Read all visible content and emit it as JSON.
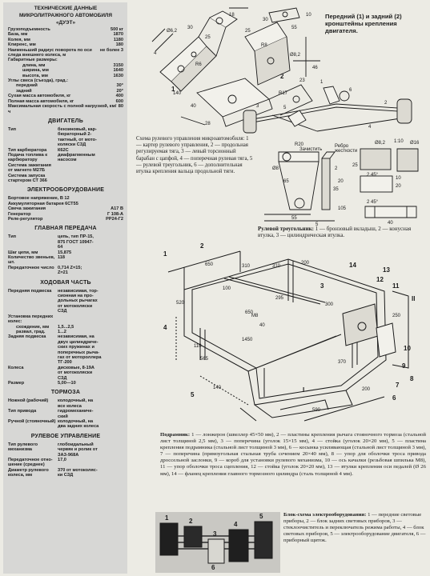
{
  "specs": {
    "title_line1": "ТЕХНИЧЕСКИЕ ДАННЫЕ",
    "title_line2": "МИКРОЛИТРАЖНОГО АВТОМОБИЛЯ",
    "title_line3": "«ДУЭТ»",
    "general": [
      {
        "k": "Грузоподъемность",
        "v": "500 кг"
      },
      {
        "k": "База, мм",
        "v": "1870"
      },
      {
        "k": "Колея, мм",
        "v": "1180"
      },
      {
        "k": "Клиренс, мм",
        "v": "180"
      },
      {
        "k": "Наименьший радиус поворота по оси следа внешнего колеса, м",
        "v": "не более 3"
      },
      {
        "k": "Габаритные размеры:",
        "v": ""
      },
      {
        "k": "длина, мм",
        "v": "3150",
        "indent": 2
      },
      {
        "k": "ширина, мм",
        "v": "1640",
        "indent": 2
      },
      {
        "k": "высота, мм",
        "v": "1630",
        "indent": 2
      },
      {
        "k": "Углы свеса (съезда), град.:",
        "v": ""
      },
      {
        "k": "передний",
        "v": "30°",
        "indent": 1
      },
      {
        "k": "задний",
        "v": "20°",
        "indent": 1
      },
      {
        "k": "Сухая масса автомобиля, кг",
        "v": "400"
      },
      {
        "k": "Полная масса автомобиля, кг",
        "v": "600"
      },
      {
        "k": "Максимальная скорость с полной нагрузкой, км/ч",
        "v": "80"
      }
    ],
    "engine_title": "ДВИГАТЕЛЬ",
    "engine": [
      {
        "k": "Тип",
        "v": "бензиновый, кар-\nбюраторный 2-\nтактный, от мото-\nколяски СЗД"
      },
      {
        "k": "Тип карбюратора",
        "v": "К62С"
      },
      {
        "k": "Подача топлива к карбюратору",
        "v": "диафрагменным\nнасосом"
      },
      {
        "k": "Система зажигания от магнето М27Б",
        "v": ""
      },
      {
        "k": "Система запуска стартером СТ 366",
        "v": ""
      }
    ],
    "electric_title": "ЭЛЕКТРООБОРУДОВАНИЕ",
    "electric": [
      {
        "k": "Бортовое напряжение, В 12",
        "v": ""
      },
      {
        "k": "Аккумуляторная батарея 6СТ55",
        "v": ""
      },
      {
        "k": "Свеча зажигания",
        "v": "А17 В"
      },
      {
        "k": "Генератор",
        "v": "Г 108-А"
      },
      {
        "k": "Реле-регулятор",
        "v": "РР24-Г2"
      }
    ],
    "transmission_title": "ГЛАВНАЯ ПЕРЕДАЧА",
    "transmission": [
      {
        "k": "Тип",
        "v": "цепь, тип ПР-15,\n875 ГОСТ 10947-\n64"
      },
      {
        "k": "Шаг цепи, мм",
        "v": "15,875"
      },
      {
        "k": "Количество звеньев, шт.",
        "v": "118"
      },
      {
        "k": "Передаточное число",
        "v": "0,714 Z=15;\nZ=21"
      }
    ],
    "chassis_title": "ХОДОВАЯ ЧАСТЬ",
    "chassis": [
      {
        "k": "Передняя подвеска",
        "v": "независимая, тор-\nсионная на про-\nдольных рычагах\nот мотоколяски\nСЗД"
      },
      {
        "k": "Установка передних колес:",
        "v": ""
      },
      {
        "k": "схождение, мм",
        "v": "1,5...2,5",
        "indent": 1
      },
      {
        "k": "развал, град.",
        "v": "1...2",
        "indent": 1
      },
      {
        "k": "Задняя подвеска",
        "v": "независимая, на\nдвух цилиндриче-\nских пружинах и\nпоперечных рыча-\nгах от мотороллера\nТГ-200"
      },
      {
        "k": "Колеса",
        "v": "дисковые, 8-19А\nот мотоколяски\nСЗД"
      },
      {
        "k": "Размер",
        "v": "5,00—10"
      }
    ],
    "brakes_title": "ТОРМОЗА",
    "brakes": [
      {
        "k": "Ножной (рабочий)",
        "v": "колодочный, на\nвсе колеса"
      },
      {
        "k": "Тип привода",
        "v": "гидромеханиче-\nский"
      },
      {
        "k": "Ручной (стояночный)",
        "v": "колодочный, на\nдва задних колеса"
      }
    ],
    "steering_title": "РУЛЕВОЕ УПРАВЛЕНИЕ",
    "steering": [
      {
        "k": "Тип рулевого механизма",
        "v": "глобоидальный\nчервяк и ролик от\nЗАЗ-968А"
      },
      {
        "k": "Передаточное отно-\nшение (среднее)",
        "v": "17,0"
      },
      {
        "k": "Диаметр рулевого колеса, мм",
        "v": "370 от мотоколяс-\nки СЗД"
      }
    ]
  },
  "captions": {
    "brackets": "Передний (1) и задний (2) кронштейны крепления двигателя.",
    "steering_scheme": "Схема рулевого управления микроавтомобиля: 1 — картер рулевого управления, 2 — продольная регулируемая тяга, 3 — левый торсионный барабан с цапфой, 4 — поперечная рулевая тяга, 5 — рулевой треугольник, 6 — дополнительная втулка крепления вальца продольной тяги.",
    "triangle_title": "Рулевой треугольник:",
    "triangle_body": " 1 — бронзовый вкладыш, 2 — конусная втулка, 3 — цилиндрическая втулка.",
    "frame_title": "Подрамник:",
    "frame_body": " 1 — лонжерон (швеллер 45×50 мм), 2 — пластины крепления рычага стояночного тормоза (стальной лист толщиной 2,5 мм), 3 — поперечина (уголок 15×15 мм), 4 — стойка (уголок 20×20 мм), 5 — пластина крепления подрамника (стальной лист толщиной 3 мм), 6 — косынка усиливающая (стальной лист толщиной 3 мм), 7 — поперечина (прямоугольная стальная труба сечением 20×40 мм), 8 — упор для оболочки троса привода дроссельной заслонки, 9 — короб для установки рулевого механизма, 10 — ось качалки (резьбовая шпилька М8), 11 — упор оболочки троса сцепления, 12 — стойка (уголок 20×20 мм), 13 — втулки крепления оси педалей (Ø 26 мм), 14 — фланец крепления главного тормозного цилиндра (сталь толщиной 4 мм).",
    "elec_title": "Блок-схема электрооборудования:",
    "elec_body": " 1 — передние световые приборы, 2 — блок задних световых приборов, 3 — стеклоочиститель и переключатель режима работы, 4 — блок световых приборов, 5 — электрооборудование двигателя, 6 — приборный щиток."
  },
  "figure_labels": {
    "brackets_dims": [
      "Ø6,2",
      "4",
      "30",
      "25",
      "18",
      "R6",
      "140",
      "25",
      "30",
      "55",
      "10",
      "R8",
      "Ø8,2",
      "46",
      "23",
      "40",
      "28",
      "R17",
      "1",
      "2"
    ],
    "steer_labels": [
      "R20",
      "Зачистить",
      "Ø8",
      "Ребро жесткости",
      "1:10",
      "Ø8,2",
      "Ø16",
      "2 45°",
      "2 45°",
      "10",
      "20",
      "40",
      "2",
      "35",
      "105",
      "55",
      "5",
      "20",
      "25",
      "65"
    ],
    "frame_dims": [
      "I",
      "II",
      "310",
      "310",
      "650",
      "650",
      "520",
      "565",
      "295",
      "300",
      "370",
      "М8",
      "40",
      "1450",
      "140",
      "590",
      "200",
      "250",
      "100",
      "200",
      "110",
      "1",
      "2",
      "3",
      "4",
      "5",
      "6",
      "7",
      "8",
      "9",
      "10",
      "11",
      "12",
      "13",
      "14"
    ],
    "elec_numbers": [
      "1",
      "2",
      "3",
      "4",
      "5",
      "6"
    ]
  }
}
